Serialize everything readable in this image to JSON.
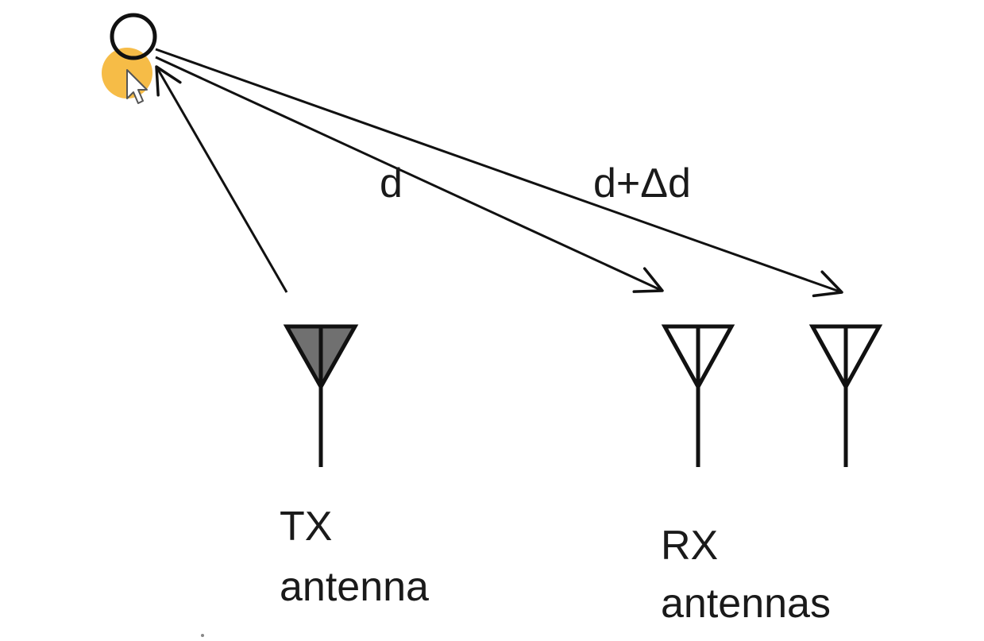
{
  "diagram": {
    "labels": {
      "path_direct": "d",
      "path_offset": "d+Δd",
      "tx_line1": "TX",
      "tx_line2": "antenna",
      "rx_line1": "RX",
      "rx_line2": "antennas"
    },
    "colors": {
      "stroke": "#111111",
      "tx_fill": "#707070",
      "rx_fill": "#ffffff",
      "cursor_highlight": "#f5b533",
      "cursor": "#ffffff"
    },
    "icons": {
      "target": "circle-target-icon",
      "cursor": "mouse-pointer-icon",
      "tx_antenna": "tx-antenna-icon",
      "rx_antenna": "rx-antenna-icon"
    }
  }
}
